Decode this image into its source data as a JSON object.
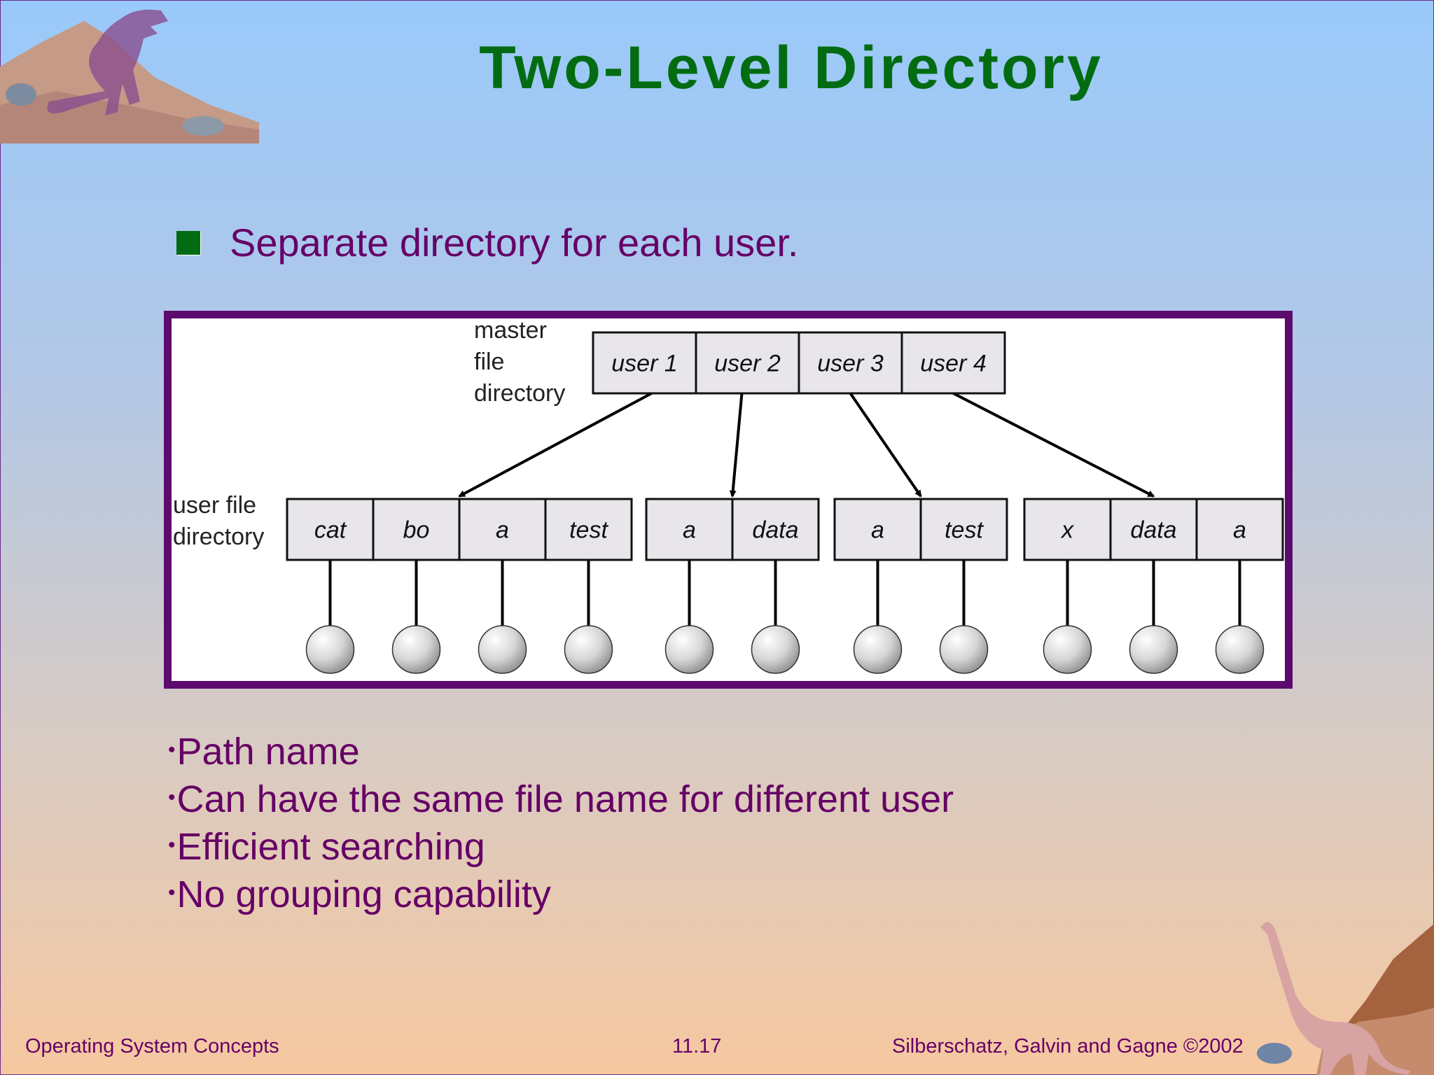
{
  "slide": {
    "title": "Two-Level Directory",
    "bullet": "Separate directory for each user.",
    "notes": [
      "Path name",
      "Can have the same file name for different user",
      "Efficient searching",
      "No grouping capability"
    ],
    "footer": {
      "left": "Operating System Concepts",
      "center": "11.17",
      "right": "Silberschatz, Galvin and  Gagne ©2002"
    }
  },
  "diagram": {
    "master_label": [
      "master",
      "file",
      "directory"
    ],
    "user_label": [
      "user  file",
      "directory"
    ],
    "master_entries": [
      "user 1",
      "user 2",
      "user 3",
      "user 4"
    ],
    "user_directories": [
      [
        "cat",
        "bo",
        "a",
        "test"
      ],
      [
        "a",
        "data"
      ],
      [
        "a",
        "test"
      ],
      [
        "x",
        "data",
        "a"
      ]
    ]
  },
  "colors": {
    "title": "#036c12",
    "text": "#660066",
    "frame": "#5c0a6e"
  }
}
